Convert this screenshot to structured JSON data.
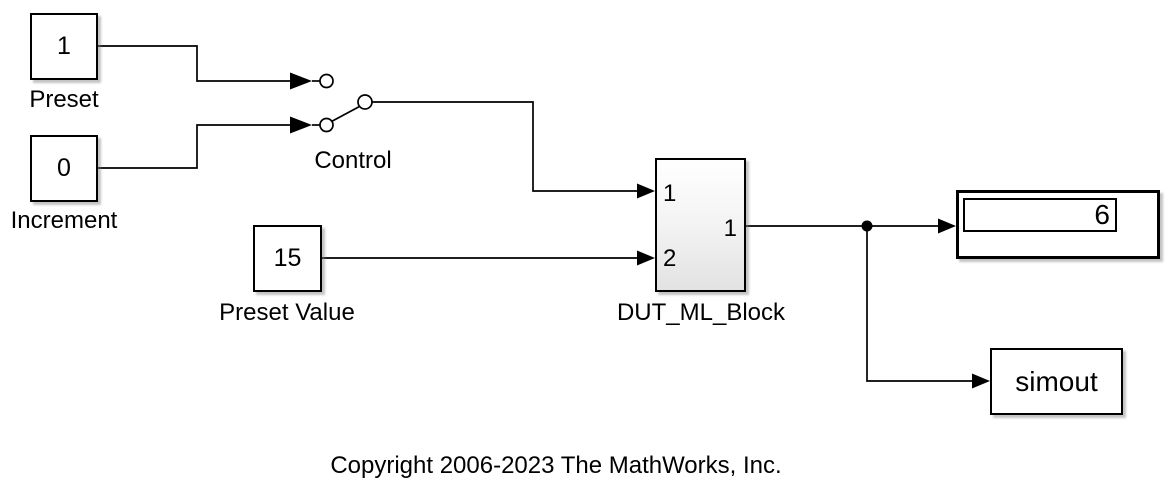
{
  "blocks": {
    "preset": {
      "value": "1",
      "label": "Preset"
    },
    "increment": {
      "value": "0",
      "label": "Increment"
    },
    "preset_value": {
      "value": "15",
      "label": "Preset Value"
    },
    "control": {
      "label": "Control"
    },
    "dut": {
      "label": "DUT_ML_Block",
      "port_in1": "1",
      "port_in2": "2",
      "port_out": "1"
    },
    "display": {
      "value": "6"
    },
    "to_workspace": {
      "label": "simout"
    }
  },
  "annotation": {
    "copyright": "Copyright 2006-2023 The MathWorks, Inc."
  },
  "colors": {
    "background": "#ffffff",
    "wire": "#000000",
    "block_border": "#000000",
    "block_fill": "#ffffff",
    "subsystem_gradient_top": "#ffffff",
    "subsystem_gradient_bottom": "#e2e2e2",
    "shadow": "#7d7d7d"
  }
}
